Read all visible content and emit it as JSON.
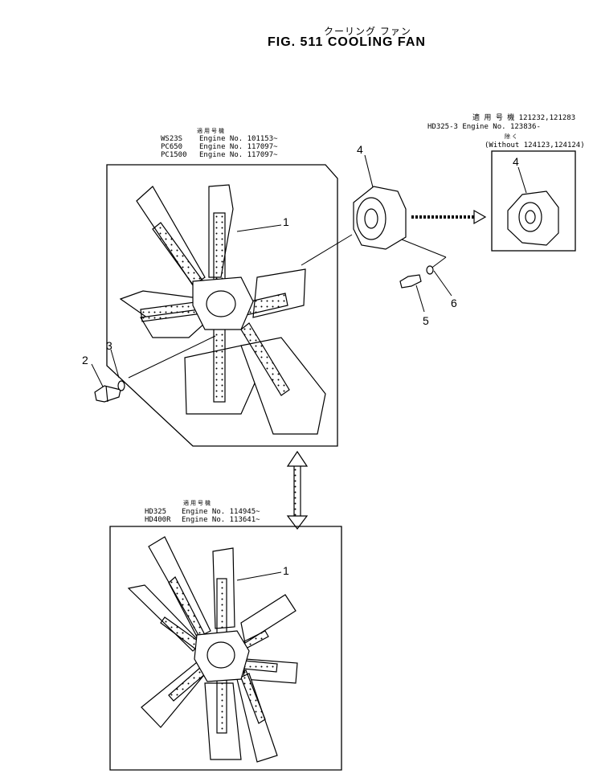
{
  "title": {
    "japanese": "クーリング ファン",
    "figure": "FIG. 511   COOLING FAN"
  },
  "upper_box": {
    "header_jp": "適用号機",
    "applicability": [
      {
        "model": "WS23S",
        "engine": "Engine No. 101153~"
      },
      {
        "model": "PC650",
        "engine": "Engine No. 117097~"
      },
      {
        "model": "PC1500",
        "engine": "Engine No. 117097~"
      }
    ]
  },
  "right_box": {
    "line1": "適 用 号 機 121232,121283",
    "line2": "HD325-3 Engine No. 123836-",
    "line3_jp": "除く",
    "line4": "(Without 124123,124124)"
  },
  "lower_box": {
    "header_jp": "適用号機",
    "applicability": [
      {
        "model": "HD325",
        "engine": "Engine No. 114945~"
      },
      {
        "model": "HD400R",
        "engine": "Engine No. 113641~"
      }
    ]
  },
  "callouts": {
    "upper_fan": "1",
    "bolt": "2",
    "washer": "3",
    "spacer": "4",
    "spacer_alt": "4",
    "small_bolt": "5",
    "small_washer": "6",
    "lower_fan": "1"
  }
}
